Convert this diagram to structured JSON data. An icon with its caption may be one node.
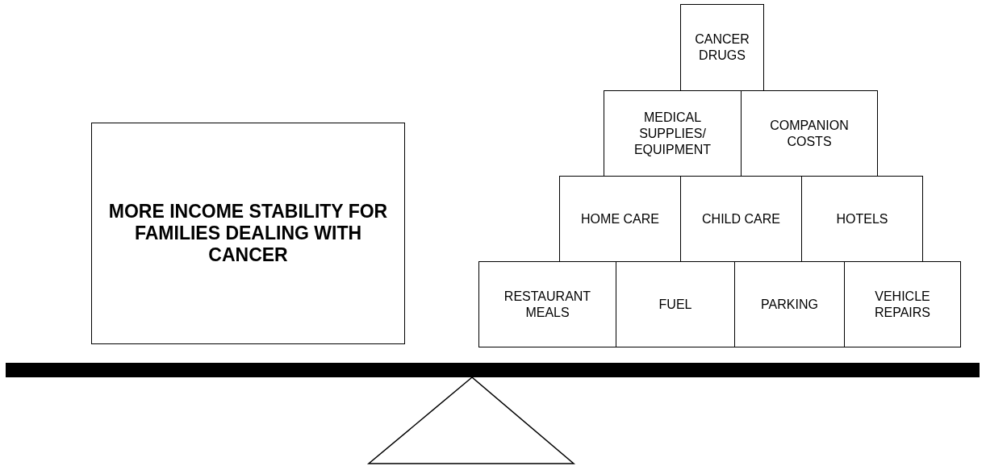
{
  "diagram": {
    "nodes": [
      {
        "text": [
          "MORE INCOME STABILITY FOR FAMILIES DEALING WITH CANCER"
        ]
      },
      {
        "text": [
          "CANCER DRUGS"
        ]
      },
      {
        "text": [
          "MEDICAL SUPPLIES/ EQUIPMENT"
        ]
      },
      {
        "text": [
          "COMPANION COSTS"
        ]
      },
      {
        "text": [
          "HOME CARE"
        ]
      },
      {
        "text": [
          "CHILD CARE"
        ]
      },
      {
        "text": [
          "HOTELS"
        ]
      },
      {
        "text": [
          "RESTAURANT MEALS"
        ]
      },
      {
        "text": [
          "FUEL"
        ]
      },
      {
        "text": [
          "PARKING"
        ]
      },
      {
        "text": [
          "VEHICLE REPAIRS"
        ]
      }
    ]
  }
}
